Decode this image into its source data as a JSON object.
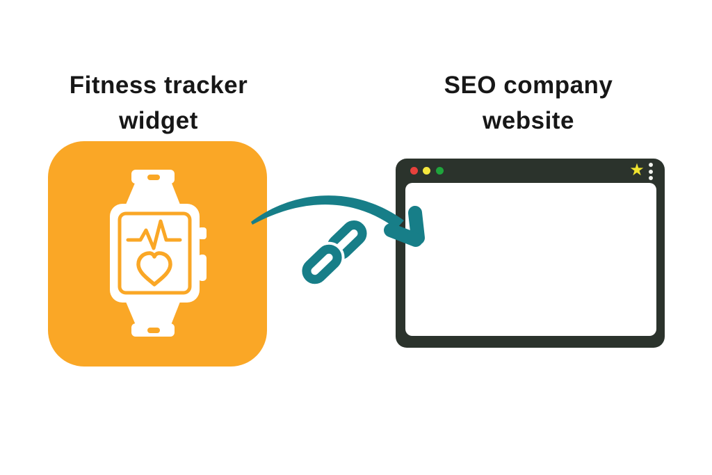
{
  "colors": {
    "background": "#FFFFFF",
    "text": "#171717",
    "orange": "#FAA726",
    "teal": "#177E88",
    "frame_dark": "#2B332C",
    "dot_red": "#E8413C",
    "dot_yellow": "#F4E83E",
    "dot_green": "#1FA53C",
    "star_yellow": "#F0E42F",
    "menu_dot": "#F2F4EF",
    "white": "#FFFFFF"
  },
  "left_figure": {
    "title": [
      "Fitness tracker",
      "widget"
    ],
    "icon": "smartwatch-heart-rate-icon",
    "tile_color": "#FAA726"
  },
  "right_figure": {
    "title": [
      "SEO company",
      "website"
    ],
    "icon": "browser-window",
    "window": {
      "traffic_light_colors": [
        "#E8413C",
        "#F4E83E",
        "#1FA53C"
      ],
      "star_glyph": "★",
      "menu_dots_count": 3
    }
  },
  "connector": {
    "kind": "curved-arrow",
    "icon": "chain-link-icon",
    "color": "#177E88"
  }
}
